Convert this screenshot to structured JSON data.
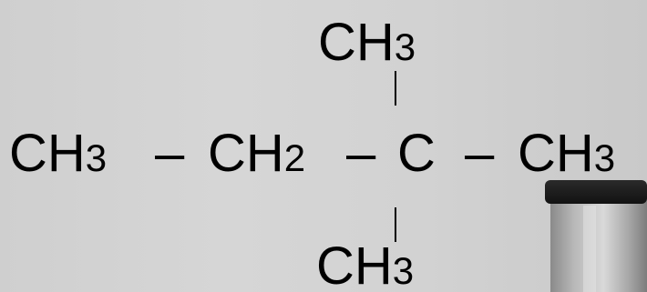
{
  "formula": {
    "main_chain": {
      "group_1": {
        "element": "CH",
        "subscript": "3"
      },
      "bond_1": "–",
      "group_2": {
        "element": "CH",
        "subscript": "2"
      },
      "bond_2": "–",
      "group_3": {
        "element": "C"
      },
      "bond_3": "–",
      "group_4": {
        "element": "CH",
        "subscript": "3"
      }
    },
    "top_branch": {
      "element": "CH",
      "subscript": "3"
    },
    "bottom_branch": {
      "element": "CH",
      "subscript": "3"
    }
  },
  "colors": {
    "text": "#000000",
    "background": "#d2d2d2",
    "bottle_dark": "#1b1b1b",
    "bottle_glass": "#9a9a9a"
  }
}
